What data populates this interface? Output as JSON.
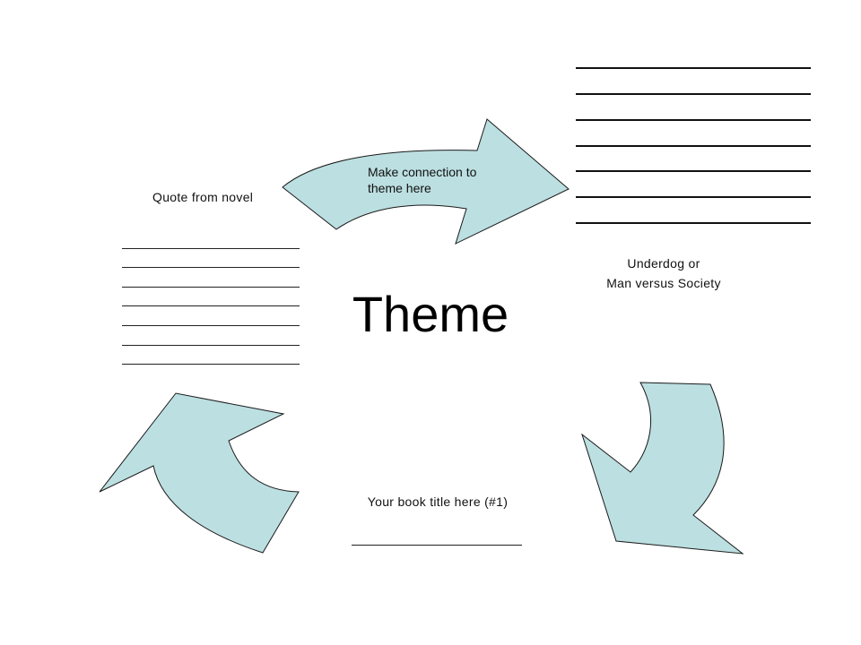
{
  "diagram": {
    "center_title": "Theme",
    "top_arrow_label": "Make connection to theme here",
    "quote_label": "Quote from novel",
    "quote_blank_line_count": 7,
    "right_rule_line_count": 7,
    "right_label_line1": "Underdog  or",
    "right_label_line2": "Man versus Society",
    "book_title_label": "Your book title here (#1)",
    "colors": {
      "arrow_fill": "#bcdfe1",
      "arrow_stroke": "#1a1a1a",
      "text": "#111111",
      "background": "#ffffff"
    }
  }
}
